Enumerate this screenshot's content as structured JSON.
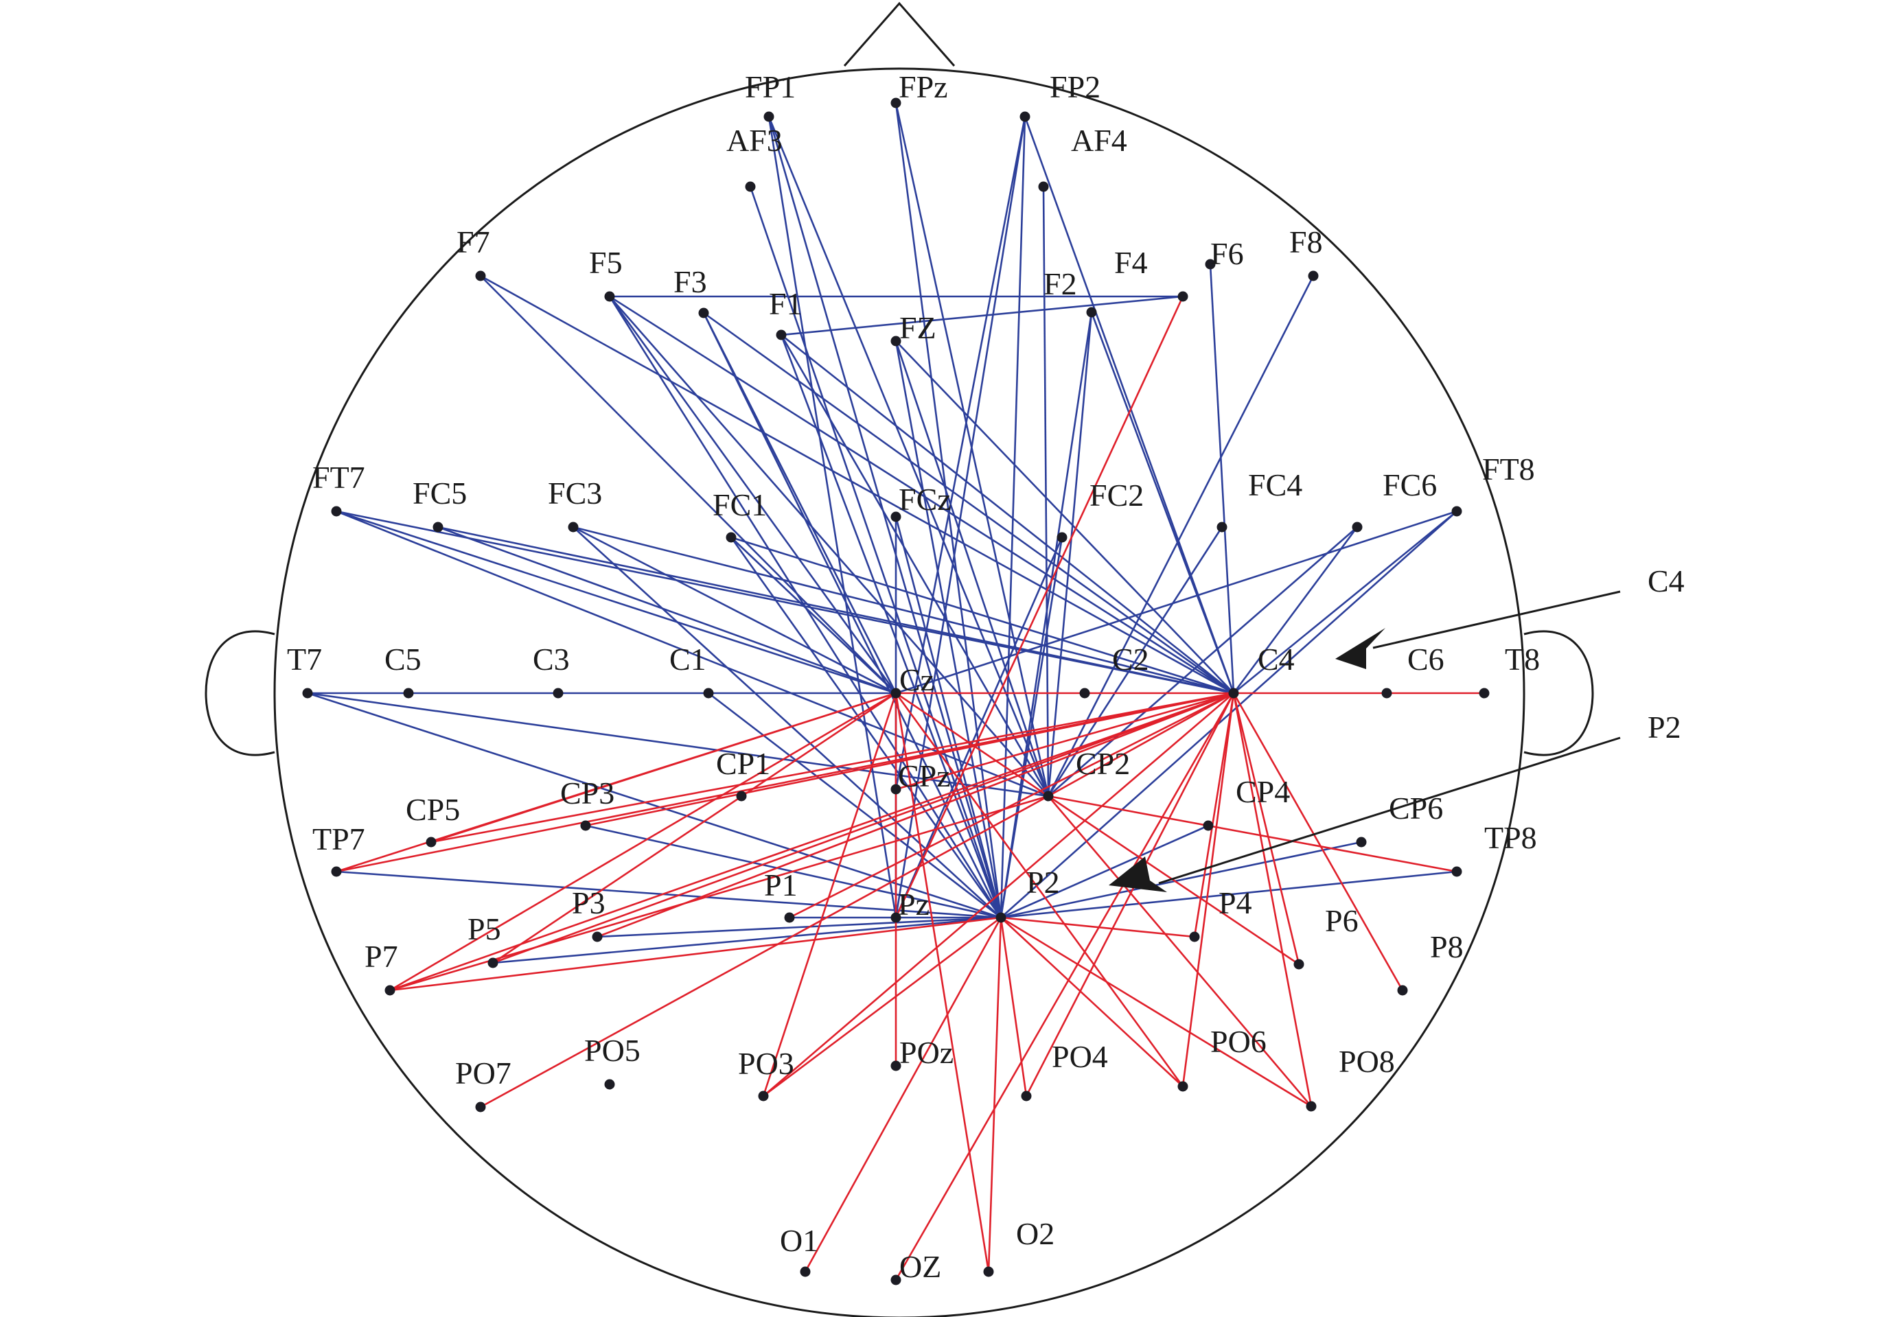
{
  "electrodes": [
    {
      "id": "FP1",
      "label": "FP1"
    },
    {
      "id": "FPz",
      "label": "FPz"
    },
    {
      "id": "FP2",
      "label": "FP2"
    },
    {
      "id": "AF3",
      "label": "AF3"
    },
    {
      "id": "AF4",
      "label": "AF4"
    },
    {
      "id": "F7",
      "label": "F7"
    },
    {
      "id": "F5",
      "label": "F5"
    },
    {
      "id": "F3",
      "label": "F3"
    },
    {
      "id": "F1",
      "label": "F1"
    },
    {
      "id": "FZ",
      "label": "FZ"
    },
    {
      "id": "F2",
      "label": "F2"
    },
    {
      "id": "F4",
      "label": "F4"
    },
    {
      "id": "F6",
      "label": "F6"
    },
    {
      "id": "F8",
      "label": "F8"
    },
    {
      "id": "FT7",
      "label": "FT7"
    },
    {
      "id": "FC5",
      "label": "FC5"
    },
    {
      "id": "FC3",
      "label": "FC3"
    },
    {
      "id": "FC1",
      "label": "FC1"
    },
    {
      "id": "FCz",
      "label": "FCz"
    },
    {
      "id": "FC2",
      "label": "FC2"
    },
    {
      "id": "FC4",
      "label": "FC4"
    },
    {
      "id": "FC6",
      "label": "FC6"
    },
    {
      "id": "FT8",
      "label": "FT8"
    },
    {
      "id": "T7",
      "label": "T7"
    },
    {
      "id": "C5",
      "label": "C5"
    },
    {
      "id": "C3",
      "label": "C3"
    },
    {
      "id": "C1",
      "label": "C1"
    },
    {
      "id": "Cz",
      "label": "Cz"
    },
    {
      "id": "C2",
      "label": "C2"
    },
    {
      "id": "C4",
      "label": "C4"
    },
    {
      "id": "C6",
      "label": "C6"
    },
    {
      "id": "T8",
      "label": "T8"
    },
    {
      "id": "CP5",
      "label": "CP5"
    },
    {
      "id": "CP3",
      "label": "CP3"
    },
    {
      "id": "CP1",
      "label": "CP1"
    },
    {
      "id": "CPz",
      "label": "CPz"
    },
    {
      "id": "CP2",
      "label": "CP2"
    },
    {
      "id": "CP4",
      "label": "CP4"
    },
    {
      "id": "CP6",
      "label": "CP6"
    },
    {
      "id": "TP7",
      "label": "TP7"
    },
    {
      "id": "TP8",
      "label": "TP8"
    },
    {
      "id": "P7",
      "label": "P7"
    },
    {
      "id": "P5",
      "label": "P5"
    },
    {
      "id": "P3",
      "label": "P3"
    },
    {
      "id": "P1",
      "label": "P1"
    },
    {
      "id": "Pz",
      "label": "Pz"
    },
    {
      "id": "P2",
      "label": "P2"
    },
    {
      "id": "P4",
      "label": "P4"
    },
    {
      "id": "P6",
      "label": "P6"
    },
    {
      "id": "P8",
      "label": "P8"
    },
    {
      "id": "PO7",
      "label": "PO7"
    },
    {
      "id": "PO5",
      "label": "PO5"
    },
    {
      "id": "PO3",
      "label": "PO3"
    },
    {
      "id": "POz",
      "label": "POz"
    },
    {
      "id": "PO4",
      "label": "PO4"
    },
    {
      "id": "PO6",
      "label": "PO6"
    },
    {
      "id": "PO8",
      "label": "PO8"
    },
    {
      "id": "O1",
      "label": "O1"
    },
    {
      "id": "OZ",
      "label": "OZ"
    },
    {
      "id": "O2",
      "label": "O2"
    }
  ],
  "callouts": [
    {
      "id": "callout-c4",
      "label": "C4",
      "target": "C4"
    },
    {
      "id": "callout-p2",
      "label": "P2",
      "target": "P2"
    }
  ],
  "colors": {
    "blue_connection": "#2c3f9a",
    "red_connection": "#e0202b",
    "outline": "#1a1a1a",
    "electrode": "#1c1c24"
  },
  "connections": {
    "blue": [
      [
        "FP1",
        "Pz"
      ],
      [
        "FP1",
        "CP2"
      ],
      [
        "FP1",
        "P2"
      ],
      [
        "FPz",
        "CP2"
      ],
      [
        "FPz",
        "P2"
      ],
      [
        "FP2",
        "CPz"
      ],
      [
        "FP2",
        "Pz"
      ],
      [
        "FP2",
        "P2"
      ],
      [
        "FP2",
        "C4"
      ],
      [
        "AF3",
        "P2"
      ],
      [
        "AF4",
        "CP2"
      ],
      [
        "F7",
        "Cz"
      ],
      [
        "F7",
        "C4"
      ],
      [
        "F5",
        "F4"
      ],
      [
        "F5",
        "Cz"
      ],
      [
        "F5",
        "C4"
      ],
      [
        "F5",
        "CP2"
      ],
      [
        "F5",
        "P2"
      ],
      [
        "F3",
        "Cz"
      ],
      [
        "F3",
        "C4"
      ],
      [
        "F3",
        "P2"
      ],
      [
        "F1",
        "F4"
      ],
      [
        "F1",
        "CP2"
      ],
      [
        "F1",
        "P2"
      ],
      [
        "F1",
        "C4"
      ],
      [
        "FZ",
        "CP2"
      ],
      [
        "FZ",
        "P2"
      ],
      [
        "FZ",
        "C4"
      ],
      [
        "F2",
        "CP2"
      ],
      [
        "F2",
        "P2"
      ],
      [
        "F2",
        "C4"
      ],
      [
        "F6",
        "C4"
      ],
      [
        "F8",
        "CP2"
      ],
      [
        "FT7",
        "Cz"
      ],
      [
        "FT7",
        "C4"
      ],
      [
        "FT7",
        "CP2"
      ],
      [
        "FC5",
        "Cz"
      ],
      [
        "FC5",
        "C4"
      ],
      [
        "FC3",
        "Cz"
      ],
      [
        "FC3",
        "C4"
      ],
      [
        "FC3",
        "P2"
      ],
      [
        "FC1",
        "Cz"
      ],
      [
        "FC1",
        "P2"
      ],
      [
        "FC1",
        "C4"
      ],
      [
        "FCz",
        "Pz"
      ],
      [
        "FCz",
        "P2"
      ],
      [
        "FC2",
        "P2"
      ],
      [
        "FC2",
        "Pz"
      ],
      [
        "FC4",
        "CP2"
      ],
      [
        "FC6",
        "CP2"
      ],
      [
        "FC6",
        "C4"
      ],
      [
        "FT8",
        "Cz"
      ],
      [
        "FT8",
        "C4"
      ],
      [
        "FT8",
        "P2"
      ],
      [
        "T7",
        "Cz"
      ],
      [
        "T7",
        "CP2"
      ],
      [
        "T7",
        "P2"
      ],
      [
        "C1",
        "P2"
      ],
      [
        "CP3",
        "P2"
      ],
      [
        "TP7",
        "P2"
      ],
      [
        "P3",
        "P2"
      ],
      [
        "P5",
        "P2"
      ],
      [
        "P1",
        "P2"
      ],
      [
        "CP4",
        "P2"
      ],
      [
        "CP6",
        "P2"
      ],
      [
        "TP8",
        "P2"
      ]
    ],
    "red": [
      [
        "F4",
        "Pz"
      ],
      [
        "Cz",
        "C4"
      ],
      [
        "C4",
        "T8"
      ],
      [
        "Cz",
        "TP7"
      ],
      [
        "Cz",
        "P7"
      ],
      [
        "Cz",
        "CP5"
      ],
      [
        "Cz",
        "P5"
      ],
      [
        "Cz",
        "PO3"
      ],
      [
        "Cz",
        "CP2"
      ],
      [
        "Cz",
        "PO6"
      ],
      [
        "Cz",
        "O2"
      ],
      [
        "Cz",
        "POz"
      ],
      [
        "C4",
        "TP7"
      ],
      [
        "C4",
        "CP5"
      ],
      [
        "C4",
        "CP3"
      ],
      [
        "C4",
        "P7"
      ],
      [
        "C4",
        "P3"
      ],
      [
        "C4",
        "P5"
      ],
      [
        "C4",
        "PO3"
      ],
      [
        "C4",
        "CPz"
      ],
      [
        "C4",
        "P1"
      ],
      [
        "C4",
        "P6"
      ],
      [
        "C4",
        "P8"
      ],
      [
        "C4",
        "PO4"
      ],
      [
        "C4",
        "PO8"
      ],
      [
        "C4",
        "OZ"
      ],
      [
        "C4",
        "PO6"
      ],
      [
        "C4",
        "CP2"
      ],
      [
        "C4",
        "P4"
      ],
      [
        "CP2",
        "P7"
      ],
      [
        "CP2",
        "PO7"
      ],
      [
        "CP2",
        "PO8"
      ],
      [
        "CP2",
        "P6"
      ],
      [
        "CP2",
        "TP8"
      ],
      [
        "P2",
        "PO3"
      ],
      [
        "P2",
        "O1"
      ],
      [
        "P2",
        "O2"
      ],
      [
        "P2",
        "PO8"
      ],
      [
        "P2",
        "PO6"
      ],
      [
        "P2",
        "PO4"
      ],
      [
        "P2",
        "P4"
      ],
      [
        "P2",
        "P7"
      ]
    ]
  }
}
